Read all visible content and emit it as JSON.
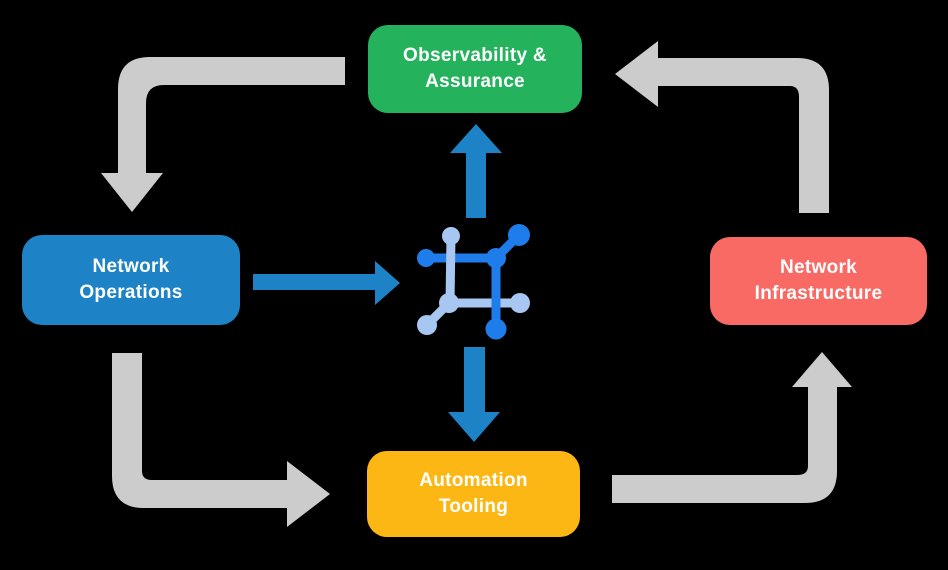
{
  "diagram": {
    "background": "#000000",
    "description": "Closed-loop network automation cycle diagram with central network-nodes icon"
  },
  "colors": {
    "node_text": "#ffffff",
    "gray_arrow": "#cccccc",
    "blue_arrow": "#1e83c6",
    "icon_dark": "#1f7ceb",
    "icon_light": "#a7c7f2"
  },
  "nodes": {
    "observability": {
      "label_lines": [
        "Observability &",
        "Assurance"
      ],
      "color": "#25b25d"
    },
    "operations": {
      "label_lines": [
        "Network",
        "Operations"
      ],
      "color": "#1e83c6"
    },
    "infrastructure": {
      "label_lines": [
        "Network",
        "Infrastructure"
      ],
      "color": "#fa6a64"
    },
    "automation": {
      "label_lines": [
        "Automation",
        "Tooling"
      ],
      "color": "#fcb714"
    }
  },
  "arrows": {
    "cycle": [
      {
        "from": "observability",
        "to": "operations"
      },
      {
        "from": "operations",
        "to": "automation"
      },
      {
        "from": "automation",
        "to": "infrastructure"
      },
      {
        "from": "infrastructure",
        "to": "observability"
      }
    ],
    "hub": [
      {
        "from": "operations",
        "to": "center-icon"
      },
      {
        "from": "center-icon",
        "to": "observability"
      },
      {
        "from": "center-icon",
        "to": "automation"
      }
    ]
  },
  "icons": {
    "center": "network-nodes-icon"
  }
}
